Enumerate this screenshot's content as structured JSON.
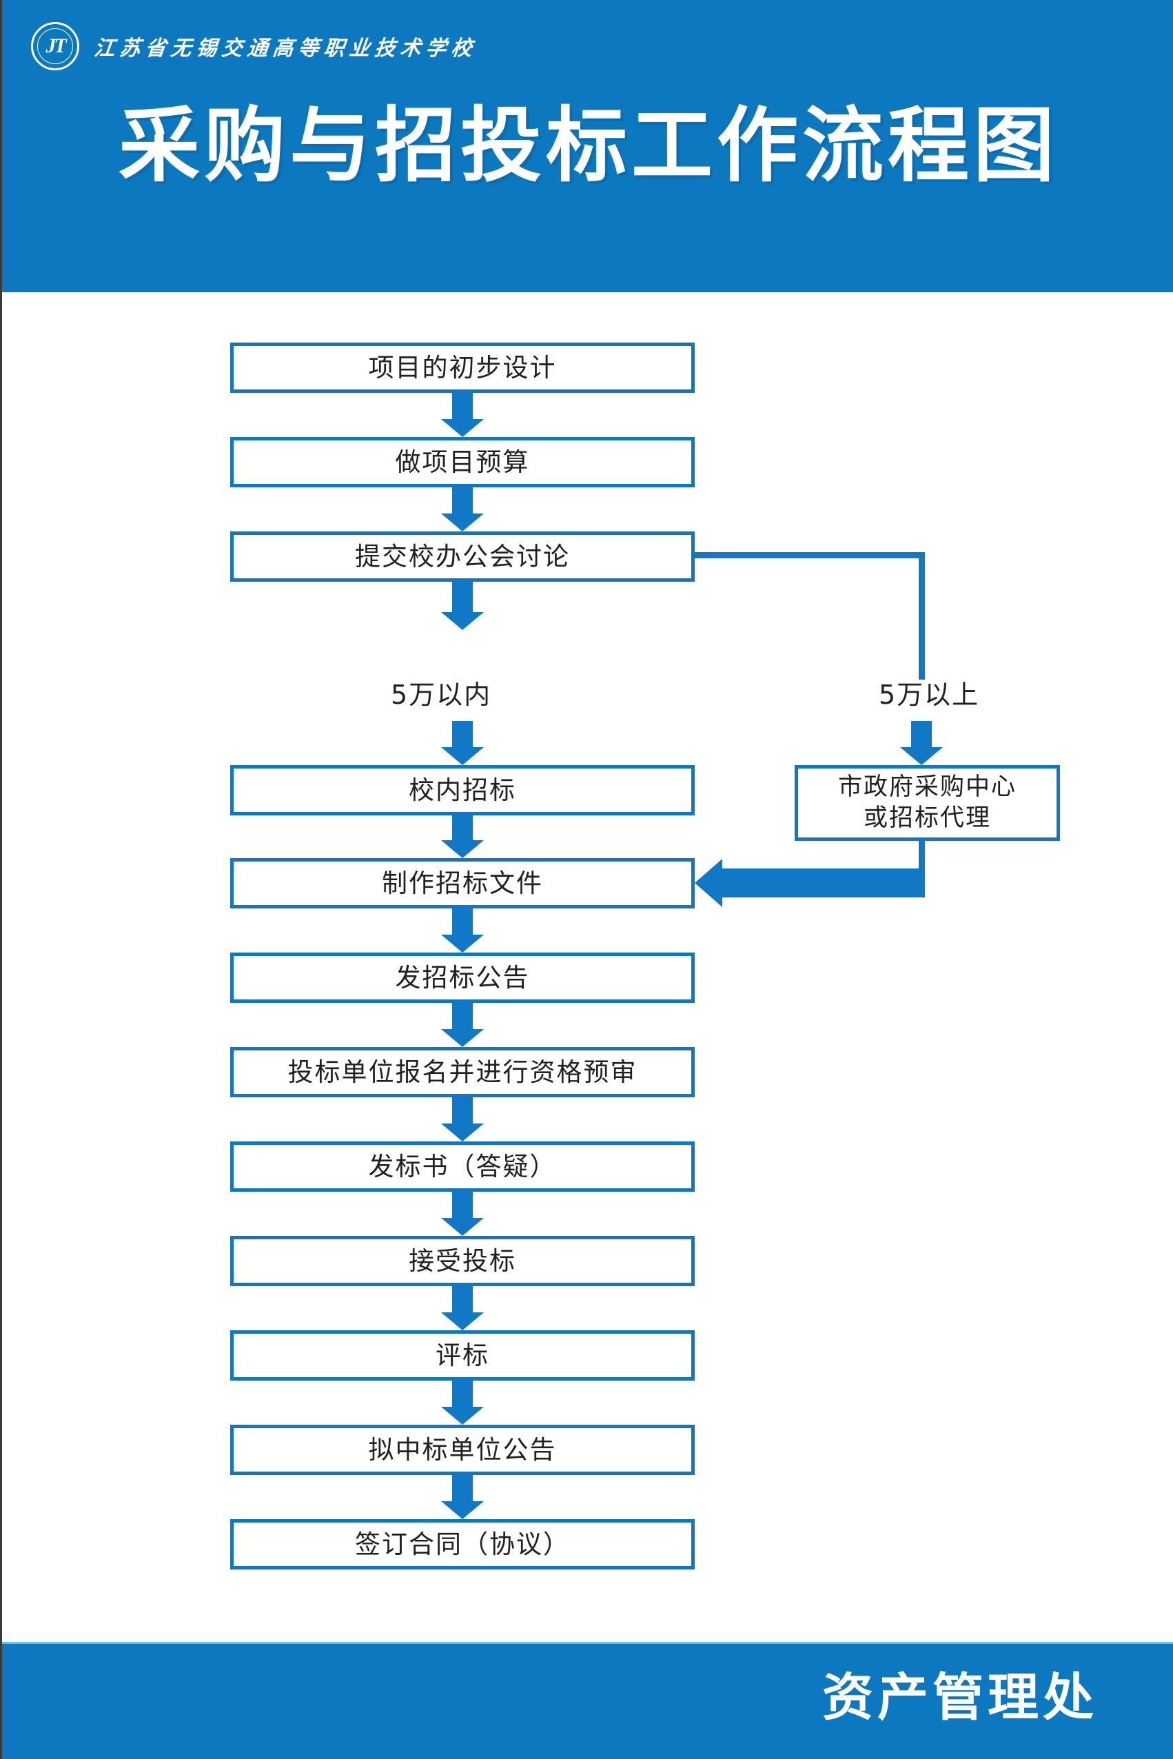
{
  "header": {
    "logo_icon": "school-crest-icon",
    "logo_monogram": "JT",
    "school_name": "江苏省无锡交通高等职业技术学校",
    "main_title": "采购与招投标工作流程图",
    "background_color": "#0b78bf"
  },
  "flow": {
    "accent_color": "#1178c5",
    "text_color": "#231f20",
    "nodes": [
      {
        "id": "n1",
        "label": "项目的初步设计"
      },
      {
        "id": "n2",
        "label": "做项目预算"
      },
      {
        "id": "n3",
        "label": "提交校办公会讨论"
      },
      {
        "id": "n4",
        "label": "校内招标"
      },
      {
        "id": "n5",
        "label": "制作招标文件"
      },
      {
        "id": "n6",
        "label": "发招标公告"
      },
      {
        "id": "n7",
        "label": "投标单位报名并进行资格预审"
      },
      {
        "id": "n8",
        "label": "发标书（答疑）"
      },
      {
        "id": "n9",
        "label": "接受投标"
      },
      {
        "id": "n10",
        "label": "评标"
      },
      {
        "id": "n11",
        "label": "拟中标单位公告"
      },
      {
        "id": "n12",
        "label": "签订合同（协议）"
      }
    ],
    "branch_node": {
      "id": "b1",
      "line1": "市政府采购中心",
      "line2": "或招标代理"
    },
    "branch_labels": {
      "left": "5万以内",
      "right": "5万以上"
    }
  },
  "footer": {
    "department": "资产管理处",
    "background_color": "#0b78bf"
  }
}
